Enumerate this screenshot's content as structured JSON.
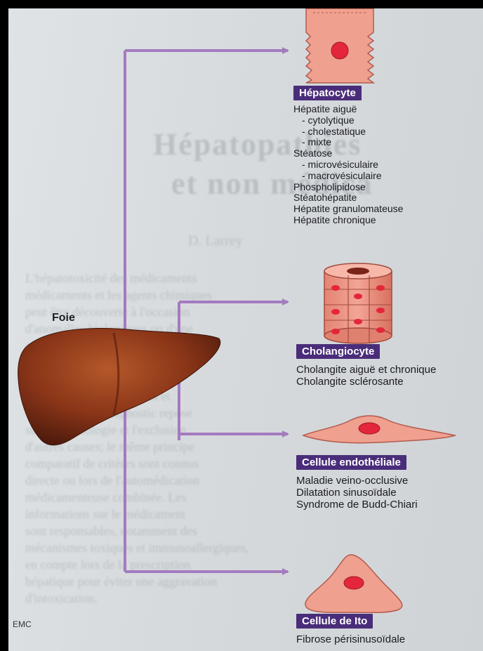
{
  "diagram": {
    "organ": "Foie",
    "cells": [
      {
        "name": "Hépatocyte",
        "lines": [
          {
            "text": "Hépatite aiguë",
            "sub": false
          },
          {
            "text": "- cytolytique",
            "sub": true
          },
          {
            "text": "- cholestatique",
            "sub": true
          },
          {
            "text": "- mixte",
            "sub": true
          },
          {
            "text": "Stéatose",
            "sub": false
          },
          {
            "text": "- microvésiculaire",
            "sub": true
          },
          {
            "text": "- macrovésiculaire",
            "sub": true
          },
          {
            "text": "Phospholipidose",
            "sub": false
          },
          {
            "text": "Stéatohépatite",
            "sub": false
          },
          {
            "text": "Hépatite granulomateuse",
            "sub": false
          },
          {
            "text": "Hépatite chronique",
            "sub": false
          }
        ]
      },
      {
        "name": "Cholangiocyte",
        "lines": [
          {
            "text": "Cholangite aiguë et chronique",
            "sub": false
          },
          {
            "text": "Cholangite sclérosante",
            "sub": false
          }
        ]
      },
      {
        "name": "Cellule endothéliale",
        "lines": [
          {
            "text": "Maladie veino-occlusive",
            "sub": false
          },
          {
            "text": "Dilatation sinusoïdale",
            "sub": false
          },
          {
            "text": "Syndrome de Budd-Chiari",
            "sub": false
          }
        ]
      },
      {
        "name": "Cellule de Ito",
        "lines": [
          {
            "text": "Fibrose périsinusoïdale",
            "sub": false
          }
        ]
      }
    ]
  },
  "background_page": {
    "heading_line1": "Hépatopathies",
    "heading_line2": "et non médica",
    "author": "D. Larrey",
    "paragraph": "L'hépatotoxicité des médicaments\nmédicaments et les agents chimiques\npeut être découverte à l'occasion\nd'anomalies biologiques ou d'une\natteinte clinique. Les lésions\nhépatiques sont variées et peuvent\nde l'ensemble des structures\nhépatocellulaires, biliaires et\nvasculaires. Le diagnostic repose\nsur la chronologie et l'exclusion\nd'autres causes; le même principe\ncomparatif de critères sont connus\ndirecte ou lors de l'automédication\nmédicamenteuse combinée. Les\ninformations sur le médicament\nsont responsables, notamment des\nmécanismes toxiques et immunoallergiques,\nen compte lors de la prescription\nhépatique pour éviter une aggravation\nd'intoxication."
  },
  "corner_mark": "EMC",
  "colors": {
    "arrow": "#a47bbf",
    "label_bg": "#4a2d7a",
    "cell_fill": "#f0a08e",
    "cell_stroke": "#b35a4e",
    "nucleus": "#e4263a",
    "liver": "#8a3518"
  }
}
